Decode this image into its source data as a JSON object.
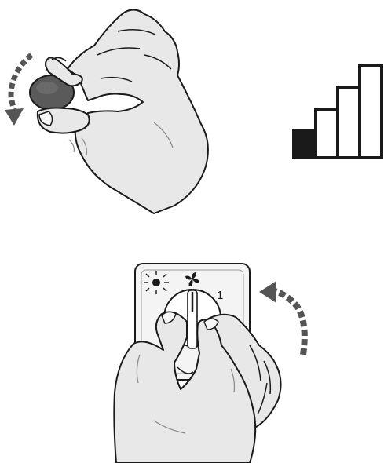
{
  "illustration_top": {
    "knob_icon": "knob-turn-counterclockwise",
    "indicator_icon": "level-bars-icon",
    "level": {
      "bars_total": 4,
      "bars_filled": 1
    },
    "colors": {
      "hand_fill": "#e8e8e8",
      "outline": "#1a1a1a",
      "knob_fill": "#5a5a5a",
      "arrow_fill": "#555555",
      "bar_filled": "#1a1a1a",
      "bar_empty": "#ffffff"
    }
  },
  "illustration_bottom": {
    "switch_icon": "rotary-switch-icon",
    "fan_icon": "fan-icon",
    "led_icon": "blinking-led-icon",
    "position_label": "1",
    "arrow_icon": "curved-arrow-clockwise-icon",
    "colors": {
      "plate_fill": "#f4f4f4",
      "dial_fill": "#ffffff",
      "arrow_fill": "#555555"
    }
  }
}
